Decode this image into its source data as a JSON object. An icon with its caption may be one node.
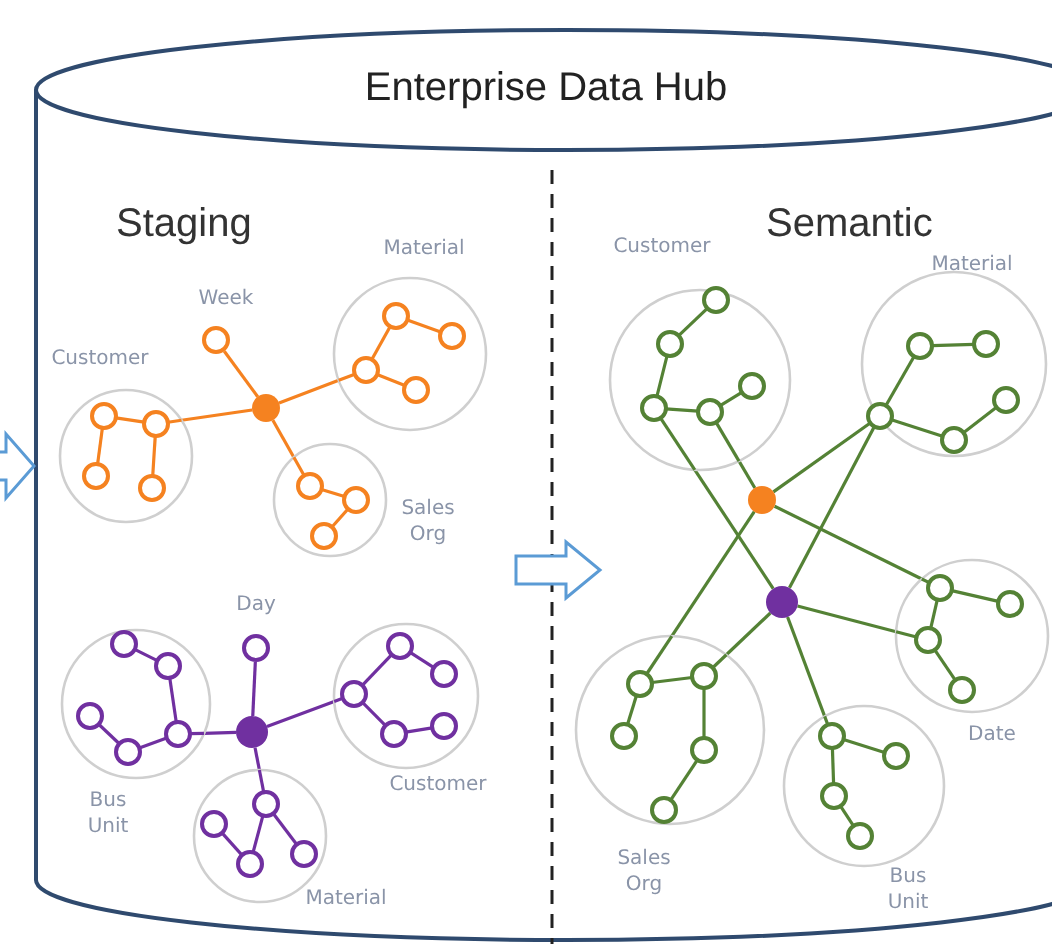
{
  "diagram": {
    "nodes": [
      {
        "text": [
          "Enterprise Data Hub"
        ]
      },
      {
        "text": [
          "Customer"
        ],
        "in": 0
      },
      {
        "text": [
          "Week"
        ],
        "in": 0
      },
      {
        "text": [
          "Material"
        ],
        "in": 0
      },
      {
        "text": [
          "Sales Org"
        ],
        "in": 0
      },
      {
        "text": [],
        "shape": "circle",
        "in": 0
      },
      {
        "text": [
          "Bus Unit"
        ],
        "in": 0
      },
      {
        "text": [
          "Day"
        ],
        "in": 0
      },
      {
        "text": [
          "Customer"
        ],
        "in": 0
      },
      {
        "text": [
          "Material"
        ],
        "in": 0
      },
      {
        "text": [],
        "shape": "circle",
        "in": 0
      },
      {
        "text": [
          "Customer"
        ],
        "in": 0
      },
      {
        "text": [
          "Material"
        ],
        "in": 0
      },
      {
        "text": [],
        "shape": "circle",
        "in": 0
      },
      {
        "text": [],
        "shape": "circle",
        "in": 0
      },
      {
        "text": [
          "Sales Org"
        ],
        "in": 0
      },
      {
        "text": [
          "Bus Unit"
        ],
        "in": 0
      },
      {
        "text": [
          "Date"
        ],
        "in": 0
      }
    ],
    "edges": [
      {
        "from": null,
        "to": 0,
        "arrow": "to",
        "color": "#5b9bd5"
      },
      {
        "from": 5,
        "to": 1,
        "arrow": "none",
        "color": "#f58220"
      },
      {
        "from": 5,
        "to": 2,
        "arrow": "none",
        "color": "#f58220"
      },
      {
        "from": 5,
        "to": 3,
        "arrow": "none",
        "color": "#f58220"
      },
      {
        "from": 5,
        "to": 4,
        "arrow": "none",
        "color": "#f58220"
      },
      {
        "from": 10,
        "to": 6,
        "arrow": "none",
        "color": "#7030a0"
      },
      {
        "from": 10,
        "to": 7,
        "arrow": "none",
        "color": "#7030a0"
      },
      {
        "from": 10,
        "to": 8,
        "arrow": "none",
        "color": "#7030a0"
      },
      {
        "from": 10,
        "to": 9,
        "arrow": "none",
        "color": "#7030a0"
      },
      {
        "from": 13,
        "to": 11,
        "arrow": "none"
      },
      {
        "from": 13,
        "to": 12,
        "arrow": "none"
      },
      {
        "from": 13,
        "to": 15,
        "arrow": "none"
      },
      {
        "from": 13,
        "to": 17,
        "arrow": "none"
      },
      {
        "from": 14,
        "to": 11,
        "arrow": "none"
      },
      {
        "from": 14,
        "to": 12,
        "arrow": "none"
      },
      {
        "from": 14,
        "to": 15,
        "arrow": "none"
      },
      {
        "from": 14,
        "to": 16,
        "arrow": "none"
      },
      {
        "from": 14,
        "to": 17,
        "arrow": "none"
      }
    ],
    "labels": [
      "Staging",
      "Semantic"
    ]
  }
}
